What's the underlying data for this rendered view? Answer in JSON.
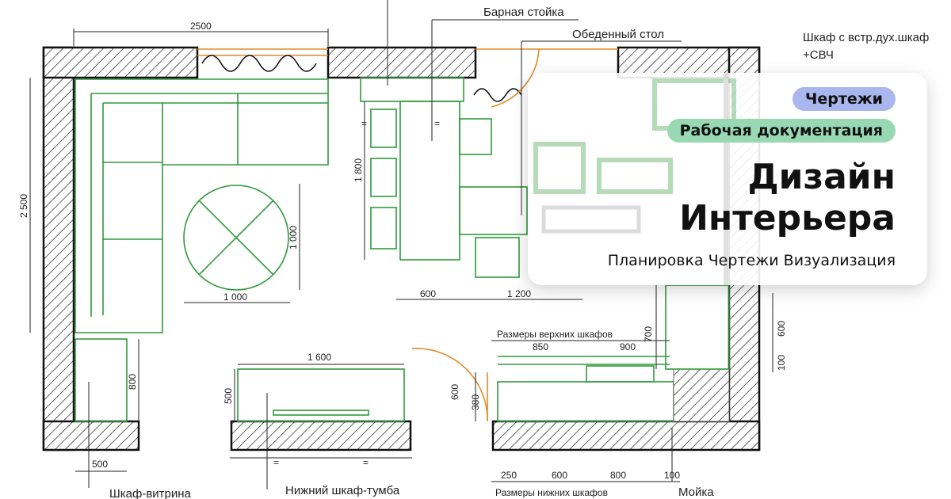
{
  "plan": {
    "labels": {
      "bar_counter": "Барная стойка",
      "dining_table": "Обеденный стол",
      "cabinet_oven_line1": "Шкаф с встр.дух.шкаф",
      "cabinet_oven_line2": "+СВЧ",
      "showcase_cabinet": "Шкаф-витрина",
      "lower_cabinet": "Нижний шкаф-тумба",
      "sink": "Мойка",
      "upper_cabinets": "Размеры верхних шкафов",
      "lower_cabinets": "Размеры нижних шкафов"
    },
    "dims": {
      "top_width": "2500",
      "left_height": "2 500",
      "table_diameter_h": "1 000",
      "table_diameter_v": "1 000",
      "bar_length": "1 800",
      "dining_gap": "600",
      "dining_width": "1 200",
      "lower_cab_width": "1 600",
      "lower_cab_depth": "500",
      "showcase_depth": "800",
      "showcase_width": "500",
      "door_600": "600",
      "door_380": "380",
      "upper_850": "850",
      "upper_900": "900",
      "side_700": "700",
      "right_600": "600",
      "right_100": "100",
      "bottom_250": "250",
      "bottom_600": "600",
      "bottom_800": "800",
      "bottom_100": "100",
      "equal_sign": "="
    }
  },
  "card": {
    "badge_drawings": "Чертежи",
    "badge_docs": "Рабочая документация",
    "title_line1": "Дизайн",
    "title_line2": "Интерьера",
    "subtitle": "Планировка Чертежи Визуализация"
  },
  "colors": {
    "furniture": "#2f9a3a",
    "door": "#e08a2a",
    "badge_blue": "#a9b7ee",
    "badge_green": "#98d9b3"
  }
}
